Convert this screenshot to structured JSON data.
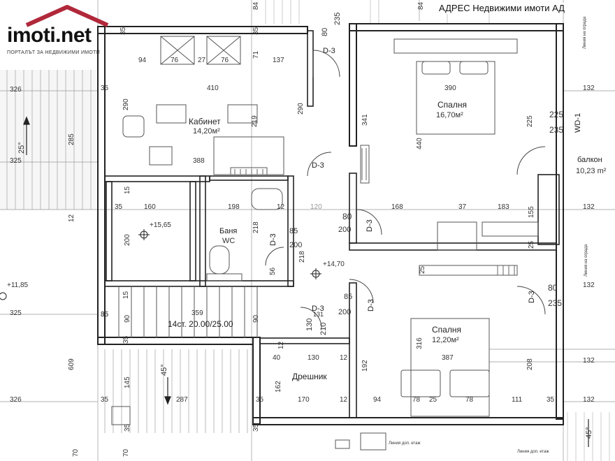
{
  "logo": {
    "wordmark": "imoti.net",
    "tagline": "ПОРТАЛЪТ ЗА НЕДВИЖИМИ ИМОТИ",
    "brand_color": "#b0283a"
  },
  "company": "АДРЕС Недвижими имоти АД",
  "rooms": [
    {
      "name": "Кабинет",
      "area": "14,20м²"
    },
    {
      "name": "Спалня",
      "area": "16,70м²"
    },
    {
      "name": "балкон",
      "area": "10,23 m²"
    },
    {
      "name": "Баня",
      "area": "WC"
    },
    {
      "name": "Спалня",
      "area": "12,20м²"
    },
    {
      "name": "Дрешник",
      "area": ""
    }
  ],
  "stairs_note": "14ст. 20.00/25.00",
  "levels": [
    "+15,65",
    "+14,70",
    "+11,85"
  ],
  "doors": [
    "D-3",
    "D-3",
    "D-3",
    "D-3",
    "D-3",
    "D-3",
    "D-3",
    "WD-1"
  ],
  "top_dims": [
    "94",
    "76",
    "27",
    "76",
    "137",
    "410",
    "390"
  ],
  "dims": {
    "kabinet": [
      "290",
      "290",
      "71",
      "219",
      "388"
    ],
    "spalnia1": [
      "341",
      "440",
      "225",
      "225",
      "235",
      "80",
      "235"
    ],
    "left_col": [
      "35",
      "35",
      "326",
      "325",
      "285",
      "12",
      "35",
      "609",
      "326",
      "325",
      "70"
    ],
    "middle_row": [
      "35",
      "160",
      "198",
      "12",
      "120",
      "80",
      "168",
      "37",
      "183",
      "155",
      "132",
      "132"
    ],
    "mid_small": [
      "15",
      "200",
      "85",
      "200",
      "218",
      "218",
      "56",
      "85",
      "200",
      "200",
      "130",
      "210",
      "131"
    ],
    "stair": [
      "359",
      "15",
      "90",
      "85",
      "90",
      "35",
      "35"
    ],
    "spalnia2": [
      "316",
      "387",
      "192",
      "208",
      "80",
      "235",
      "25",
      "25"
    ],
    "dreshnik": [
      "12",
      "40",
      "130",
      "12",
      "162",
      "170",
      "12",
      "35",
      "94",
      "78",
      "25",
      "78",
      "111",
      "35",
      "132"
    ],
    "bottom": [
      "35",
      "145",
      "287",
      "35",
      "70",
      "35"
    ],
    "angles": [
      "25°",
      "45°",
      "45°"
    ],
    "right_misc": [
      "84",
      "84",
      "132",
      "132"
    ]
  },
  "annotations": [
    "Линия на ограда",
    "Линия на ограда",
    "Линия доп. етаж",
    "Линия доп. етаж"
  ]
}
